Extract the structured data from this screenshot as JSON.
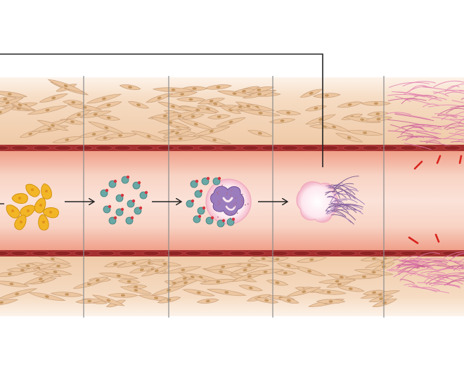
{
  "diagram": {
    "stages": [
      {
        "id": "platelets",
        "label": "",
        "content": "activated-platelets"
      },
      {
        "id": "cytokines",
        "label": "",
        "content": "released-particles"
      },
      {
        "id": "neutrophil",
        "label": "",
        "content": "neutrophil-with-particles"
      },
      {
        "id": "net",
        "label": "",
        "content": "neutrophil-releasing-fibers"
      },
      {
        "id": "fibrosis",
        "label": "",
        "content": "fibrous-deposits"
      }
    ],
    "arrows": [
      "platelets-to-particles",
      "particles-to-neutrophil",
      "neutrophil-to-net"
    ],
    "colors": {
      "lumen": "#f6c5b3",
      "endothelium": "#9e2b2b",
      "tissue": "#f3d7ba",
      "fibroblast": "#d9b288",
      "platelet": "#f2b526",
      "particle": "#6aa8a6",
      "particle_dot": "#d6343f",
      "neutrophil_nucleus": "#9b7dbd",
      "fiber": "#7a5a8c",
      "fibrosis_fiber": "#e27fb0",
      "red_streak": "#d8241d",
      "divider": "#8c8c8c",
      "bracket": "#222222"
    }
  }
}
